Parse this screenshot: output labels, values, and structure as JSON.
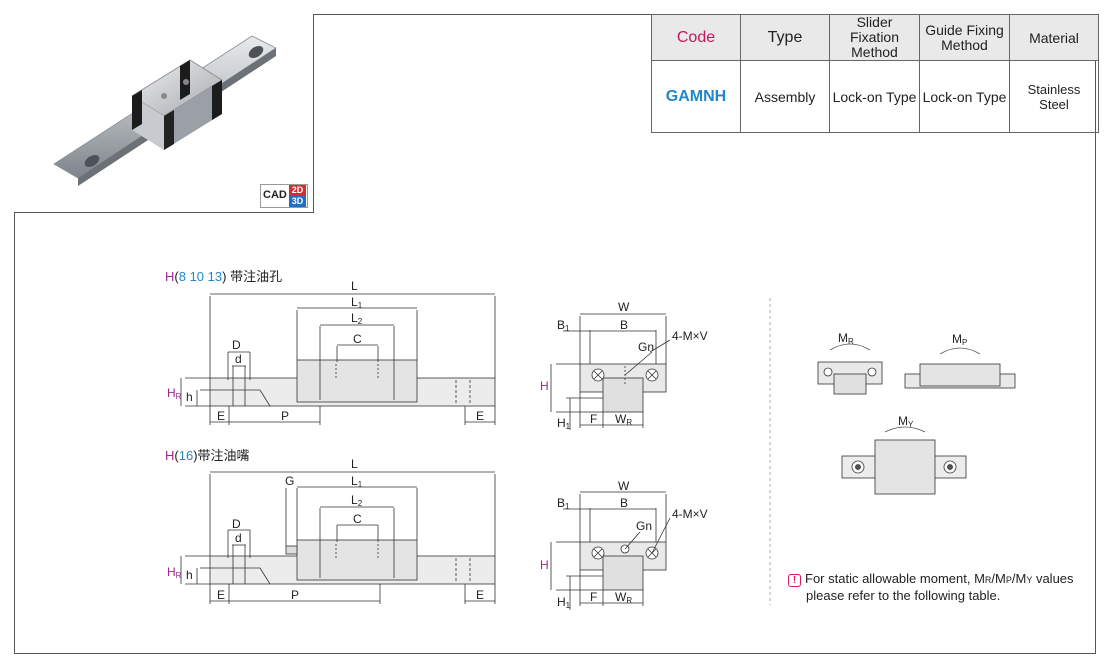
{
  "spec_table": {
    "headers": {
      "code": "Code",
      "type": "Type",
      "slider_fixation": [
        "Slider Fixation",
        "Method"
      ],
      "guide_fixing": [
        "Guide Fixing",
        "Method"
      ],
      "material": "Material"
    },
    "row": {
      "code": "GAMNH",
      "type": "Assembly",
      "slider_fixation": "Lock-on Type",
      "guide_fixing": "Lock-on Type",
      "material": "Stainless Steel"
    }
  },
  "cad_badge": {
    "cad": "CAD",
    "two_d": "2D",
    "three_d": "3D"
  },
  "section1": {
    "h": "H",
    "paren_open": "(",
    "values": "8 10 13",
    "paren_close": ")",
    "desc": "带注油孔"
  },
  "section2": {
    "h": "H",
    "paren_open": "(",
    "values": "16",
    "paren_close": ")",
    "desc": "带注油嘴"
  },
  "dims": {
    "L": "L",
    "L1": "L",
    "L1_sub": "1",
    "L2": "L",
    "L2_sub": "2",
    "C": "C",
    "D": "D",
    "d": "d",
    "H": "H",
    "HR": "H",
    "HR_sub": "R",
    "h": "h",
    "E": "E",
    "P": "P",
    "G": "G",
    "W": "W",
    "B": "B",
    "B1": "B",
    "B1_sub": "1",
    "Gn": "Gn",
    "MV": "4-M×V",
    "F": "F",
    "WR": "W",
    "WR_sub": "R",
    "H1": "H",
    "H1_sub": "1",
    "MR": "M",
    "MR_sub": "R",
    "MP": "M",
    "MP_sub": "P",
    "MY": "M",
    "MY_sub": "Y"
  },
  "note": {
    "line1_a": "For static allowable moment, M",
    "sub_r": "R",
    "slash1": "/M",
    "sub_p": "P",
    "slash2": "/M",
    "sub_y": "Y",
    "line1_b": " values",
    "line2": "please refer to the following table."
  }
}
